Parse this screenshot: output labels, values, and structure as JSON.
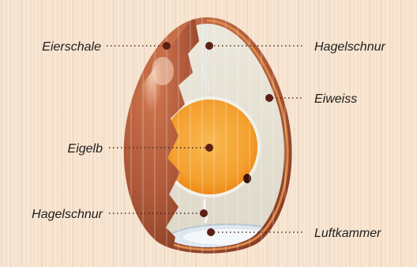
{
  "colors": {
    "background": "#f6e2cd",
    "shell": "#b0593a",
    "shell_dark": "#8a3f25",
    "shell_edge": "#d98a4a",
    "white": "#e9e4d6",
    "yolk_outer": "#ef8a14",
    "yolk_inner": "#f4a63a",
    "air_cell": "#dfe7ee",
    "leader_line": "#4a2a1f",
    "dot": "#5a2014"
  },
  "labels": {
    "eierschale": "Eierschale",
    "hagelschnur_top": "Hagelschnur",
    "eiweiss": "Eiweiss",
    "eigelb": "Eigelb",
    "hagelschnur_bottom": "Hagelschnur",
    "luftkammer": "Luftkammer"
  },
  "icons": [
    "egg-cross-section-icon"
  ]
}
